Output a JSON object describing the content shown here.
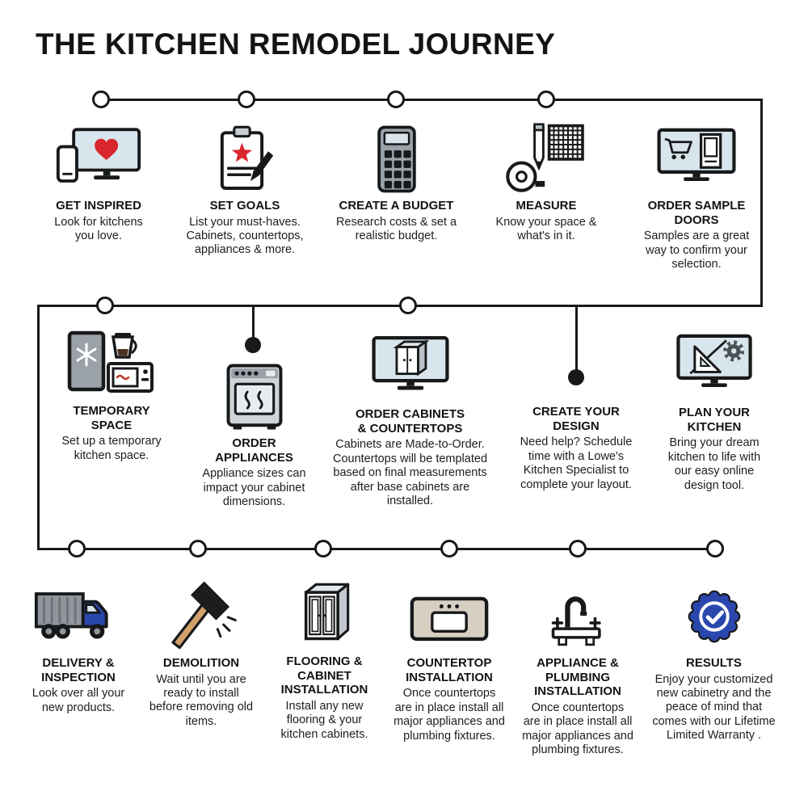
{
  "title": "THE KITCHEN REMODEL JOURNEY",
  "colors": {
    "line": "#17191b",
    "accent_red": "#d9252e",
    "accent_blue": "#2a47ae",
    "screen_blue": "#d9e5ec",
    "handle_tan": "#d2a06a",
    "gray": "#9aa1a8"
  },
  "steps": {
    "get_inspired": {
      "title": "GET INSPIRED",
      "desc": "Look for kitchens you love.",
      "icon": "monitor-heart-icon"
    },
    "set_goals": {
      "title": "SET GOALS",
      "desc": "List your must-haves. Cabinets, countertops, appliances & more.",
      "icon": "clipboard-star-icon"
    },
    "create_budget": {
      "title": "CREATE A BUDGET",
      "desc": "Research costs & set a realistic budget.",
      "icon": "calculator-icon"
    },
    "measure": {
      "title": "MEASURE",
      "desc": "Know your space & what's in it.",
      "icon": "tape-measure-icon"
    },
    "order_sample_doors": {
      "title": "ORDER SAMPLE DOORS",
      "desc": "Samples are a great way to confirm your selection.",
      "icon": "monitor-cart-door-icon"
    },
    "temporary_space": {
      "title": "TEMPORARY SPACE",
      "desc": "Set up a temporary kitchen space.",
      "icon": "fridge-coffee-microwave-icon"
    },
    "order_appliances": {
      "title": "ORDER APPLIANCES",
      "desc": "Appliance sizes can impact your cabinet dimensions.",
      "icon": "oven-icon"
    },
    "order_cabinets": {
      "title": "ORDER CABINETS & COUNTERTOPS",
      "desc": "Cabinets are Made-to-Order. Countertops will be templated based on final measurements after base cabinets are installed.",
      "icon": "monitor-cabinet-icon"
    },
    "create_design": {
      "title": "CREATE YOUR DESIGN",
      "desc": "Need help? Schedule time with a Lowe's Kitchen Specialist to complete your layout."
    },
    "plan_kitchen": {
      "title": "PLAN YOUR KITCHEN",
      "desc": "Bring your dream kitchen to life with our easy online design tool.",
      "icon": "monitor-ruler-gear-icon"
    },
    "delivery": {
      "title": "DELIVERY & INSPECTION",
      "desc": "Look over all your new products.",
      "icon": "truck-icon"
    },
    "demolition": {
      "title": "DEMOLITION",
      "desc": "Wait until you are ready to install before removing old items.",
      "icon": "sledgehammer-icon"
    },
    "flooring": {
      "title": "FLOORING & CABINET INSTALLATION",
      "desc": "Install any new flooring & your kitchen cabinets.",
      "icon": "cabinet-icon"
    },
    "countertop": {
      "title": "COUNTERTOP INSTALLATION",
      "desc": "Once countertops are in place install all major appliances and plumbing fixtures.",
      "icon": "sink-countertop-icon"
    },
    "appliance_plumbing": {
      "title": "APPLIANCE & PLUMBING INSTALLATION",
      "desc": "Once countertops are in place install all major appliances and plumbing fixtures.",
      "icon": "faucet-icon"
    },
    "results": {
      "title": "RESULTS",
      "desc": "Enjoy your customized new cabinetry and the peace of mind that comes with our Lifetime Limited Warranty .",
      "icon": "badge-check-icon"
    }
  }
}
